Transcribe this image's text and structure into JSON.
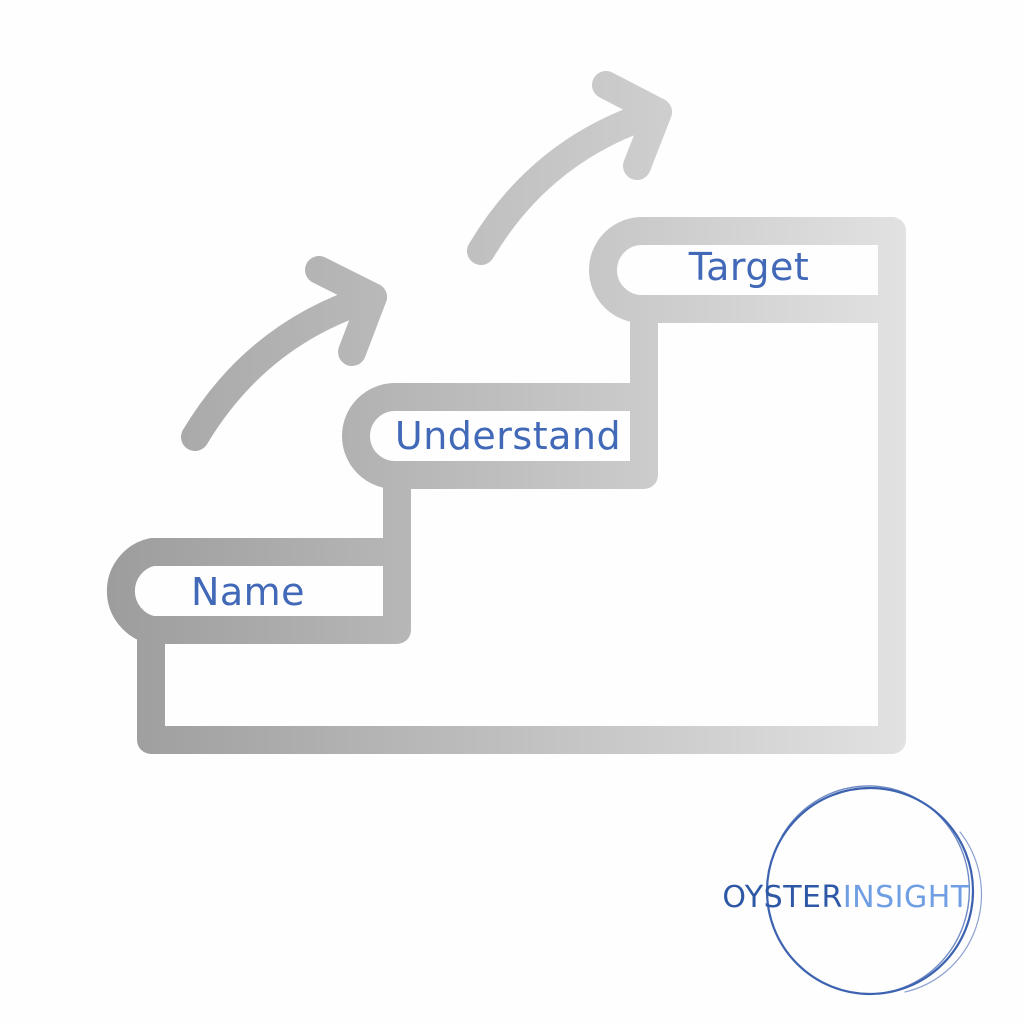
{
  "steps": [
    {
      "label": "Name"
    },
    {
      "label": "Understand"
    },
    {
      "label": "Target"
    }
  ],
  "logo": {
    "word_dark": "OYSTER",
    "word_light": "INSIGHT"
  },
  "colors": {
    "label_text": "#4169b8",
    "stair_dark": "#9c9c9c",
    "stair_light": "#e2e2e2",
    "logo_dark": "#2e58a6",
    "logo_light": "#6f9ee3",
    "logo_ring": "#3d63b0"
  },
  "icons": [
    "staircase-icon",
    "arrow-up-right-icon"
  ]
}
